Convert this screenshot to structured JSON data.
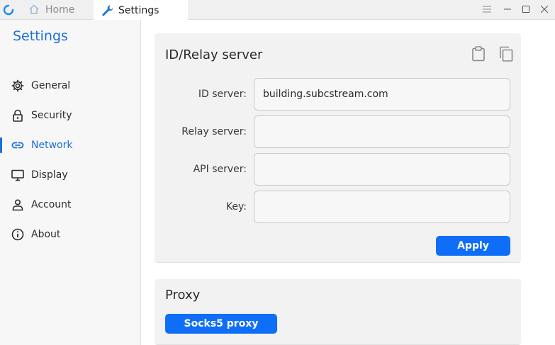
{
  "titlebar": {
    "tabs": [
      {
        "label": "Home",
        "icon": "home-icon"
      },
      {
        "label": "Settings",
        "icon": "wrench-icon"
      }
    ],
    "window_controls": [
      "menu-icon",
      "minimize-icon",
      "maximize-icon",
      "close-icon"
    ]
  },
  "sidebar": {
    "title": "Settings",
    "items": [
      {
        "label": "General",
        "icon": "gear-icon"
      },
      {
        "label": "Security",
        "icon": "lock-icon"
      },
      {
        "label": "Network",
        "icon": "link-icon",
        "active": true
      },
      {
        "label": "Display",
        "icon": "monitor-icon"
      },
      {
        "label": "Account",
        "icon": "user-icon"
      },
      {
        "label": "About",
        "icon": "info-icon"
      }
    ]
  },
  "id_relay": {
    "title": "ID/Relay server",
    "fields": [
      {
        "label": "ID server:",
        "value": "building.subcstream.com"
      },
      {
        "label": "Relay server:",
        "value": ""
      },
      {
        "label": "API server:",
        "value": ""
      },
      {
        "label": "Key:",
        "value": ""
      }
    ],
    "apply_label": "Apply"
  },
  "proxy": {
    "title": "Proxy",
    "socks_label": "Socks5 proxy"
  },
  "colors": {
    "accent": "#1d6fd8",
    "button": "#0f6ef7",
    "card_bg": "#f2f2f2",
    "sidebar_bg": "#f7f7f7"
  }
}
